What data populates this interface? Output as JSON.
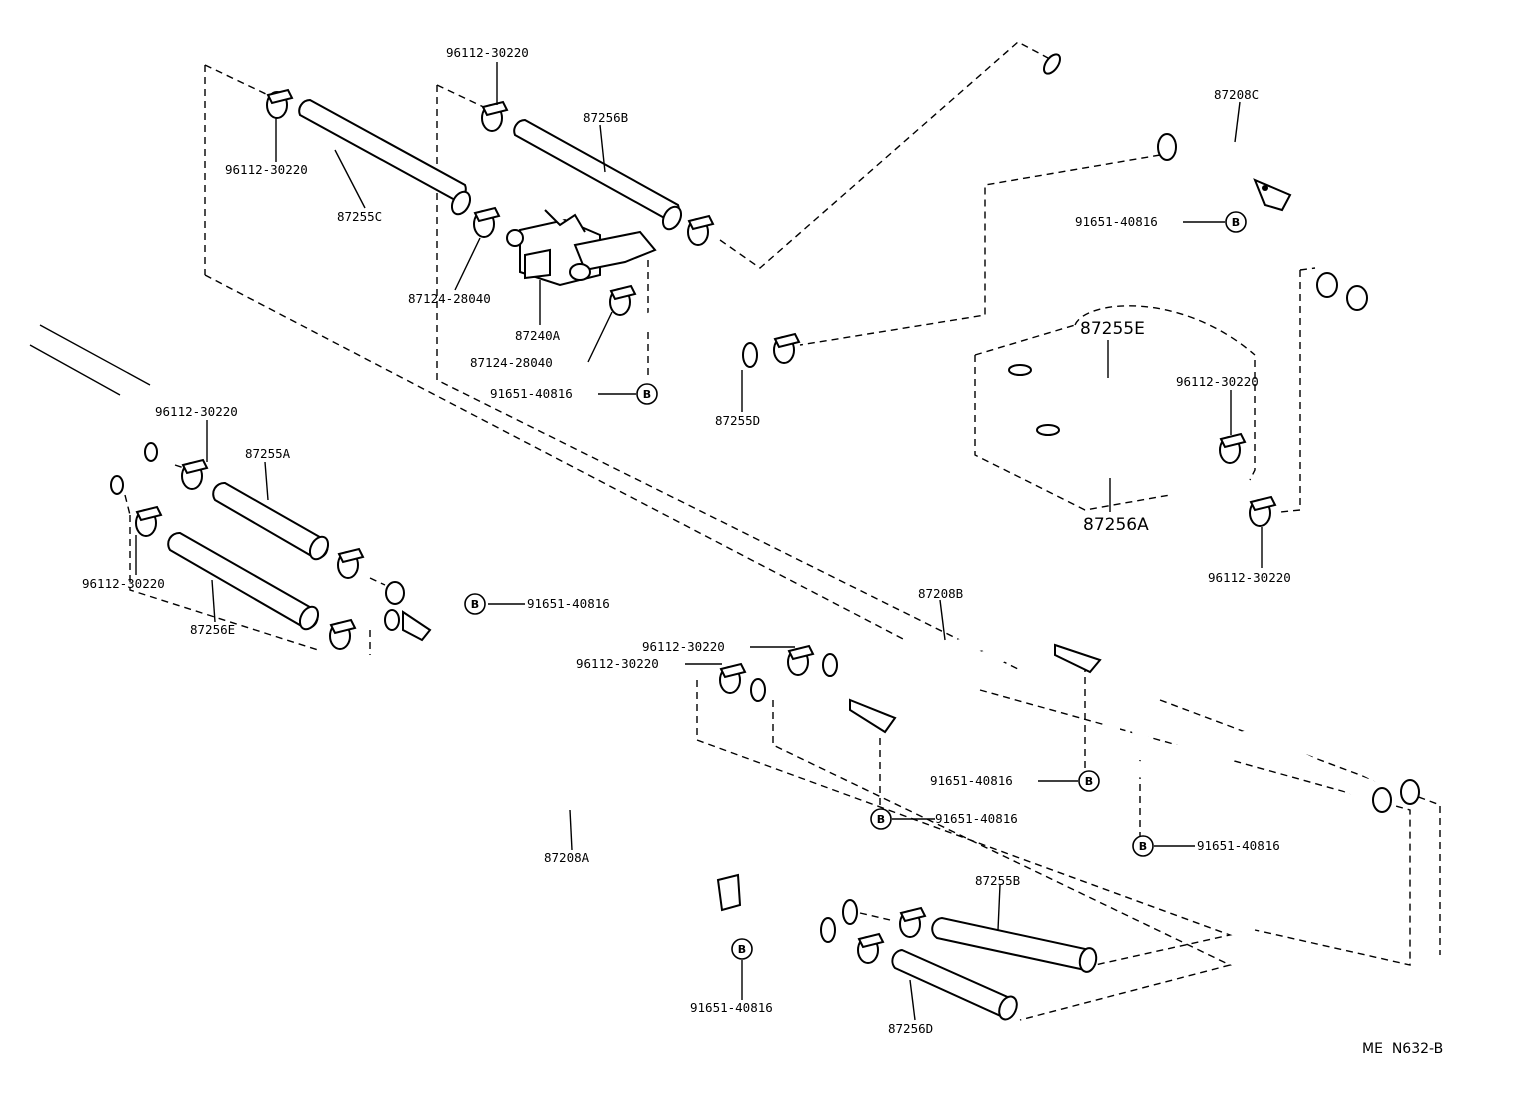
{
  "diagram": {
    "reference_code": "ME  N632-B",
    "parts": {
      "p87208C": "87208C",
      "p87256B": "87256B",
      "p87255C": "87255C",
      "p87124_a": "87124-28040",
      "p87240A": "87240A",
      "p87124_b": "87124-28040",
      "p87255D": "87255D",
      "p87255E": "87255E",
      "p87256A": "87256A",
      "p87255A": "87255A",
      "p87256E": "87256E",
      "p87208B": "87208B",
      "p87208A": "87208A",
      "p87255B": "87255B",
      "p87256D": "87256D"
    },
    "clamps": {
      "c1": "96112-30220",
      "c2": "96112-30220",
      "c3": "96112-30220",
      "c4": "96112-30220",
      "c5": "96112-30220",
      "c6": "96112-30220",
      "c7": "96112-30220",
      "c8": "96112-30220"
    },
    "bolts": {
      "b1": "91651-40816",
      "b2": "91651-40816",
      "b3": "91651-40816",
      "b4": "91651-40816",
      "b5": "91651-40816",
      "b6": "91651-40816",
      "b7": "91651-40816"
    },
    "bolt_symbol": "B"
  }
}
